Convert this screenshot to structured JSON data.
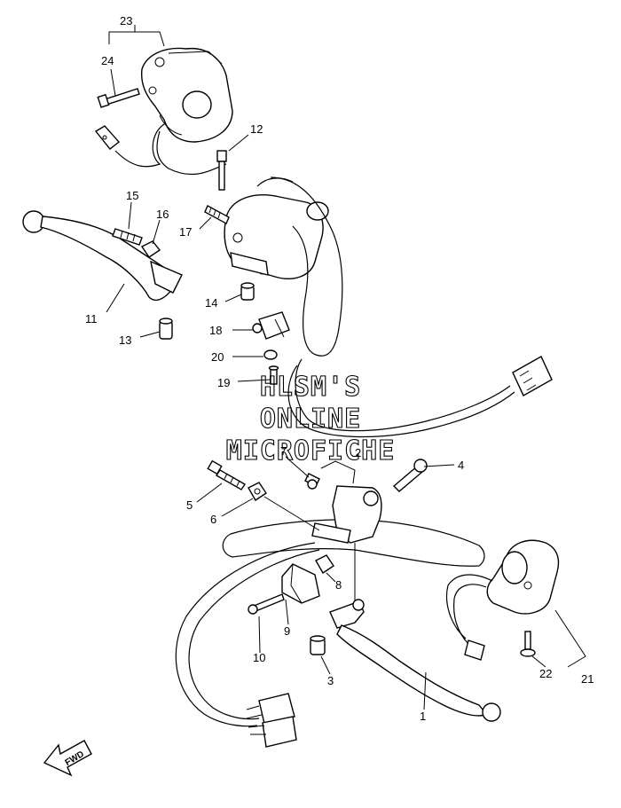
{
  "watermark": {
    "line1": "HLSM'S",
    "line2": "ONLINE",
    "line3": "MICROFICHE"
  },
  "direction_marker": "FWD",
  "labels": {
    "p1": "1",
    "p2": "2",
    "p3": "3",
    "p4": "4",
    "p5": "5",
    "p6": "6",
    "p7": "7",
    "p8": "8",
    "p9": "9",
    "p10": "10",
    "p11": "11",
    "p12": "12",
    "p13": "13",
    "p14": "14",
    "p15": "15",
    "p16": "16",
    "p17": "17",
    "p18": "18",
    "p19": "19",
    "p20": "20",
    "p21": "21",
    "p22": "22",
    "p23": "23",
    "p24": "24"
  }
}
